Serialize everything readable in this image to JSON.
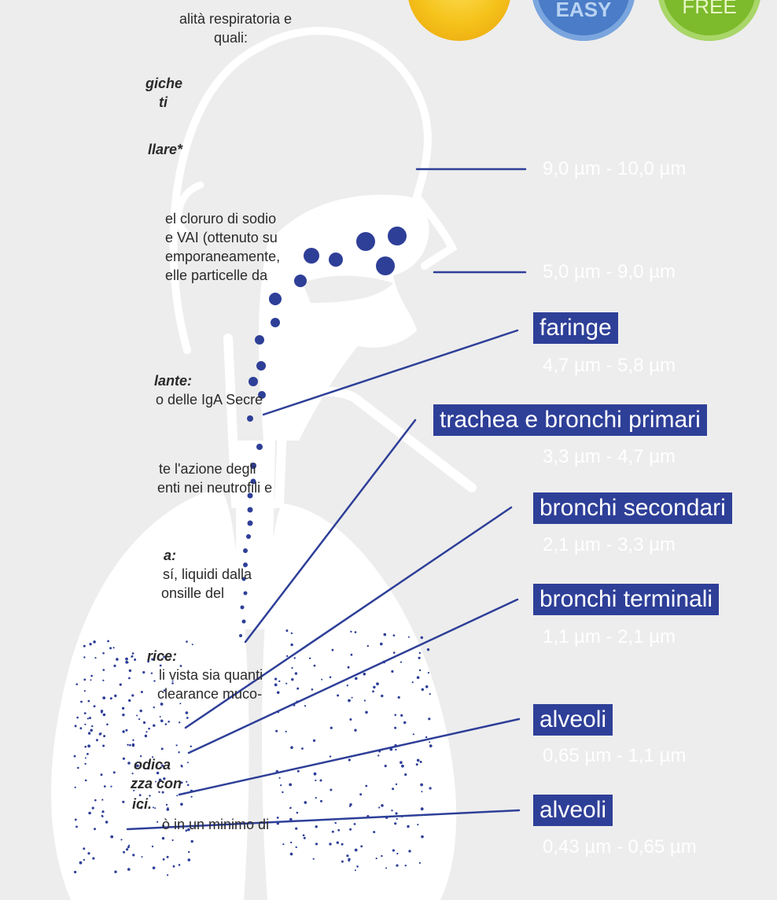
{
  "text_column": [
    {
      "text": "alità respiratoria e",
      "style": "normal"
    },
    {
      "text": "quali:",
      "style": "normal"
    },
    {
      "text": "giche",
      "style": "bold-italic"
    },
    {
      "text": "ti",
      "style": "bold-italic"
    },
    {
      "text": "llare*",
      "style": "bold-italic"
    },
    {
      "text": "el cloruro di sodio",
      "style": "normal"
    },
    {
      "text": "e VAI (ottenuto su",
      "style": "normal"
    },
    {
      "text": "emporaneamente,",
      "style": "normal"
    },
    {
      "text": "elle particelle da",
      "style": "normal"
    },
    {
      "text": "lante:",
      "style": "bold-italic"
    },
    {
      "text": "o delle IgA Secre",
      "style": "normal"
    },
    {
      "text": "te l'azione degli",
      "style": "normal"
    },
    {
      "text": "enti nei neutrofili e",
      "style": "normal"
    },
    {
      "text": "a:",
      "style": "bold-italic"
    },
    {
      "text": "sí, liquidi dalla",
      "style": "normal"
    },
    {
      "text": "onsille del",
      "style": "normal"
    },
    {
      "text": "rice:",
      "style": "bold-italic"
    },
    {
      "text": "li vista sia quanti",
      "style": "normal"
    },
    {
      "text": "clearance muco-",
      "style": "normal"
    },
    {
      "text": "odica",
      "style": "bold-italic"
    },
    {
      "text": "zza con",
      "style": "bold-italic"
    },
    {
      "text": "ici.",
      "style": "bold-italic"
    },
    {
      "text": "ò in un minimo di",
      "style": "normal"
    }
  ],
  "badges": {
    "easy": "EASY",
    "free": "FREE"
  },
  "regions": [
    {
      "label": "",
      "size_range": "9,0 µm - 10,0 µm"
    },
    {
      "label": "",
      "size_range": "5,0 µm - 9,0 µm"
    },
    {
      "label": "faringe",
      "size_range": "4,7 µm - 5,8 µm"
    },
    {
      "label": "trachea e bronchi primari",
      "size_range": "3,3 µm - 4,7 µm"
    },
    {
      "label": "bronchi secondari",
      "size_range": "2,1 µm - 3,3 µm"
    },
    {
      "label": "bronchi terminali",
      "size_range": "1,1 µm - 2,1 µm"
    },
    {
      "label": "alveoli",
      "size_range": "0,65 µm - 1,1 µm"
    },
    {
      "label": "alveoli",
      "size_range": "0,43 µm - 0,65 µm"
    }
  ],
  "colors": {
    "background": "#ededed",
    "silhouette": "#ffffff",
    "accent_blue": "#2e3f98",
    "text": "#2a2a2a"
  }
}
